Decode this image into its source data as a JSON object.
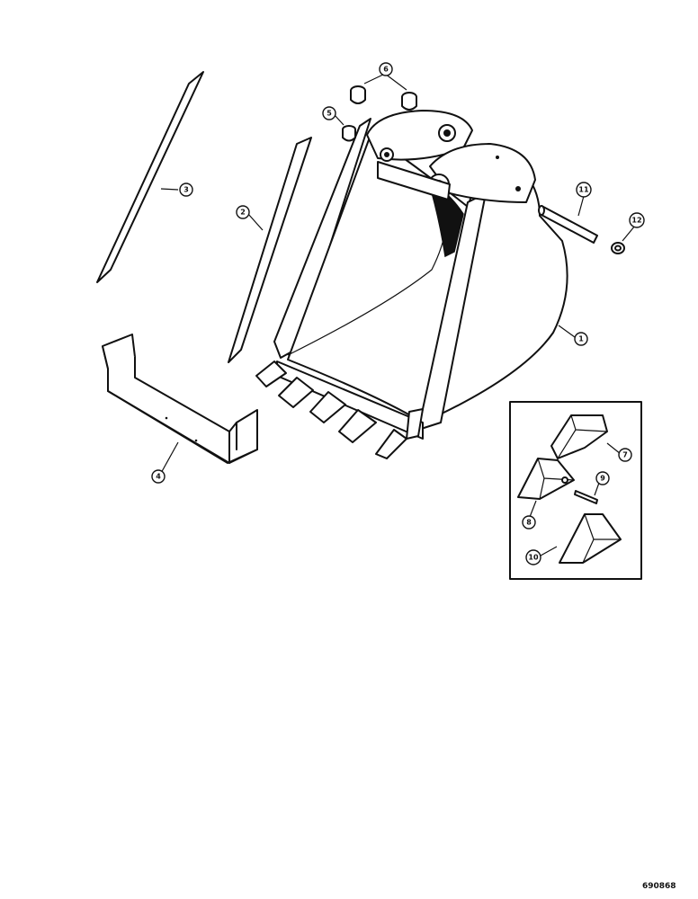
{
  "callouts": {
    "c1": "1",
    "c2": "2",
    "c3": "3",
    "c4": "4",
    "c5": "5",
    "c6": "6",
    "c7": "7",
    "c8": "8",
    "c9": "9",
    "c10": "10",
    "c11": "11",
    "c12": "12"
  },
  "document_number": "690868"
}
